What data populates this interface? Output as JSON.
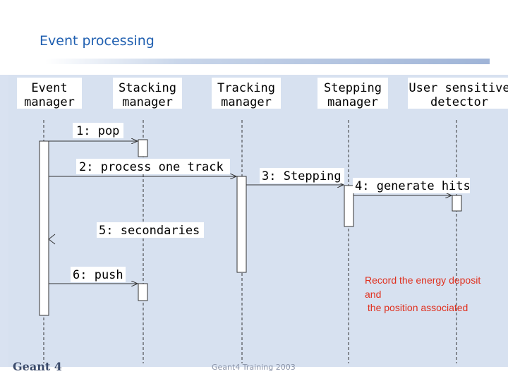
{
  "title": "Event processing",
  "actors": [
    {
      "line1": "Event",
      "line2": "manager"
    },
    {
      "line1": "Stacking",
      "line2": "manager"
    },
    {
      "line1": "Tracking",
      "line2": "manager"
    },
    {
      "line1": "Stepping",
      "line2": "manager"
    },
    {
      "line1": "User sensitive",
      "line2": "detector"
    }
  ],
  "messages": [
    {
      "label": "1: pop"
    },
    {
      "label": "2: process one track"
    },
    {
      "label": "3: Stepping"
    },
    {
      "label": "4: generate hits"
    },
    {
      "label": "5: secondaries"
    },
    {
      "label": "6: push"
    }
  ],
  "note": {
    "line1": "Record the energy deposit",
    "line2": "and",
    "line3": " the position associated"
  },
  "footer": {
    "logo": "Geant 4",
    "text": "Geant4 Training 2003"
  },
  "colors": {
    "title": "#1f5fb0",
    "diagram_background": "#d7e1f0",
    "note_text": "#e0301e"
  }
}
